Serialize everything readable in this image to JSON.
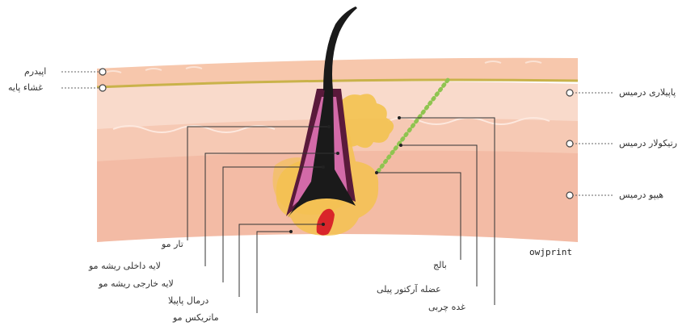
{
  "labels": {
    "epidermis": "اپیدرم",
    "basement_membrane": "غشاء پایه",
    "papillary_dermis": "پاپیلاری درمیس",
    "reticular_dermis": "رتیکولار درمیس",
    "hypodermis": "هیپو درمیس",
    "hair_shaft": "تار مو",
    "inner_root_sheath": "لایه داخلی ریشه مو",
    "outer_root_sheath": "لایه خارجی ریشه مو",
    "dermal_papilla": "درمال پاپیلا",
    "hair_matrix": "ماتریکس مو",
    "bulge": "بالج",
    "arrector_pili": "عضله آرکتور پیلی",
    "sebaceous_gland": "غده چربی"
  },
  "credit": "owjprint",
  "colors": {
    "epidermis": "#f7c7ac",
    "basement": "#c9b24a",
    "papillary": "#f9d9c9",
    "reticular": "#f6c9b4",
    "hypodermis": "#f3bba5",
    "gland": "#f3c24f",
    "hair": "#1a1a1a",
    "inner_sheath": "#d36aa8",
    "outer_sheath": "#5a1a3b",
    "muscle": "#8fc450",
    "papilla": "#d9252a"
  },
  "icons": {
    "marker": "hollow-circle"
  }
}
